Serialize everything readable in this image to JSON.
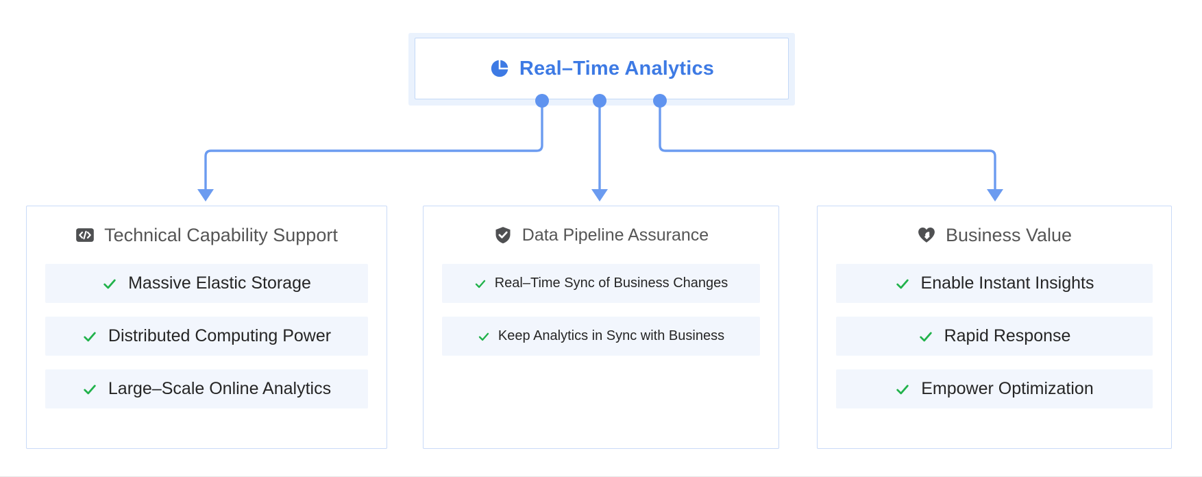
{
  "diagram": {
    "type": "hierarchy-tree",
    "root": {
      "label": "Real–Time Analytics",
      "icon": "pie-chart-icon",
      "color": "#3d7ae4"
    },
    "branch_color": "#5f93ef",
    "columns": [
      {
        "title": "Technical Capability Support",
        "icon": "code-icon",
        "items": [
          {
            "label": "Massive Elastic Storage",
            "icon": "check-icon"
          },
          {
            "label": "Distributed Computing Power",
            "icon": "check-icon"
          },
          {
            "label": "Large–Scale Online Analytics",
            "icon": "check-icon"
          }
        ]
      },
      {
        "title": "Data Pipeline Assurance",
        "icon": "shield-check-icon",
        "items": [
          {
            "label": "Real–Time Sync of Business Changes",
            "icon": "check-icon"
          },
          {
            "label": "Keep Analytics in Sync with Business",
            "icon": "check-icon"
          }
        ]
      },
      {
        "title": "Business Value",
        "icon": "heart-pulse-icon",
        "items": [
          {
            "label": "Enable Instant Insights",
            "icon": "check-icon"
          },
          {
            "label": "Rapid Response",
            "icon": "check-icon"
          },
          {
            "label": "Empower Optimization",
            "icon": "check-icon"
          }
        ]
      }
    ],
    "colors": {
      "accent_blue": "#3d7ae4",
      "line_blue": "#5f93ef",
      "card_border": "#c9daf8",
      "row_background": "#f2f6fd",
      "check_green": "#21b24b",
      "header_gray": "#555555",
      "icon_gray": "#4f5052"
    }
  }
}
